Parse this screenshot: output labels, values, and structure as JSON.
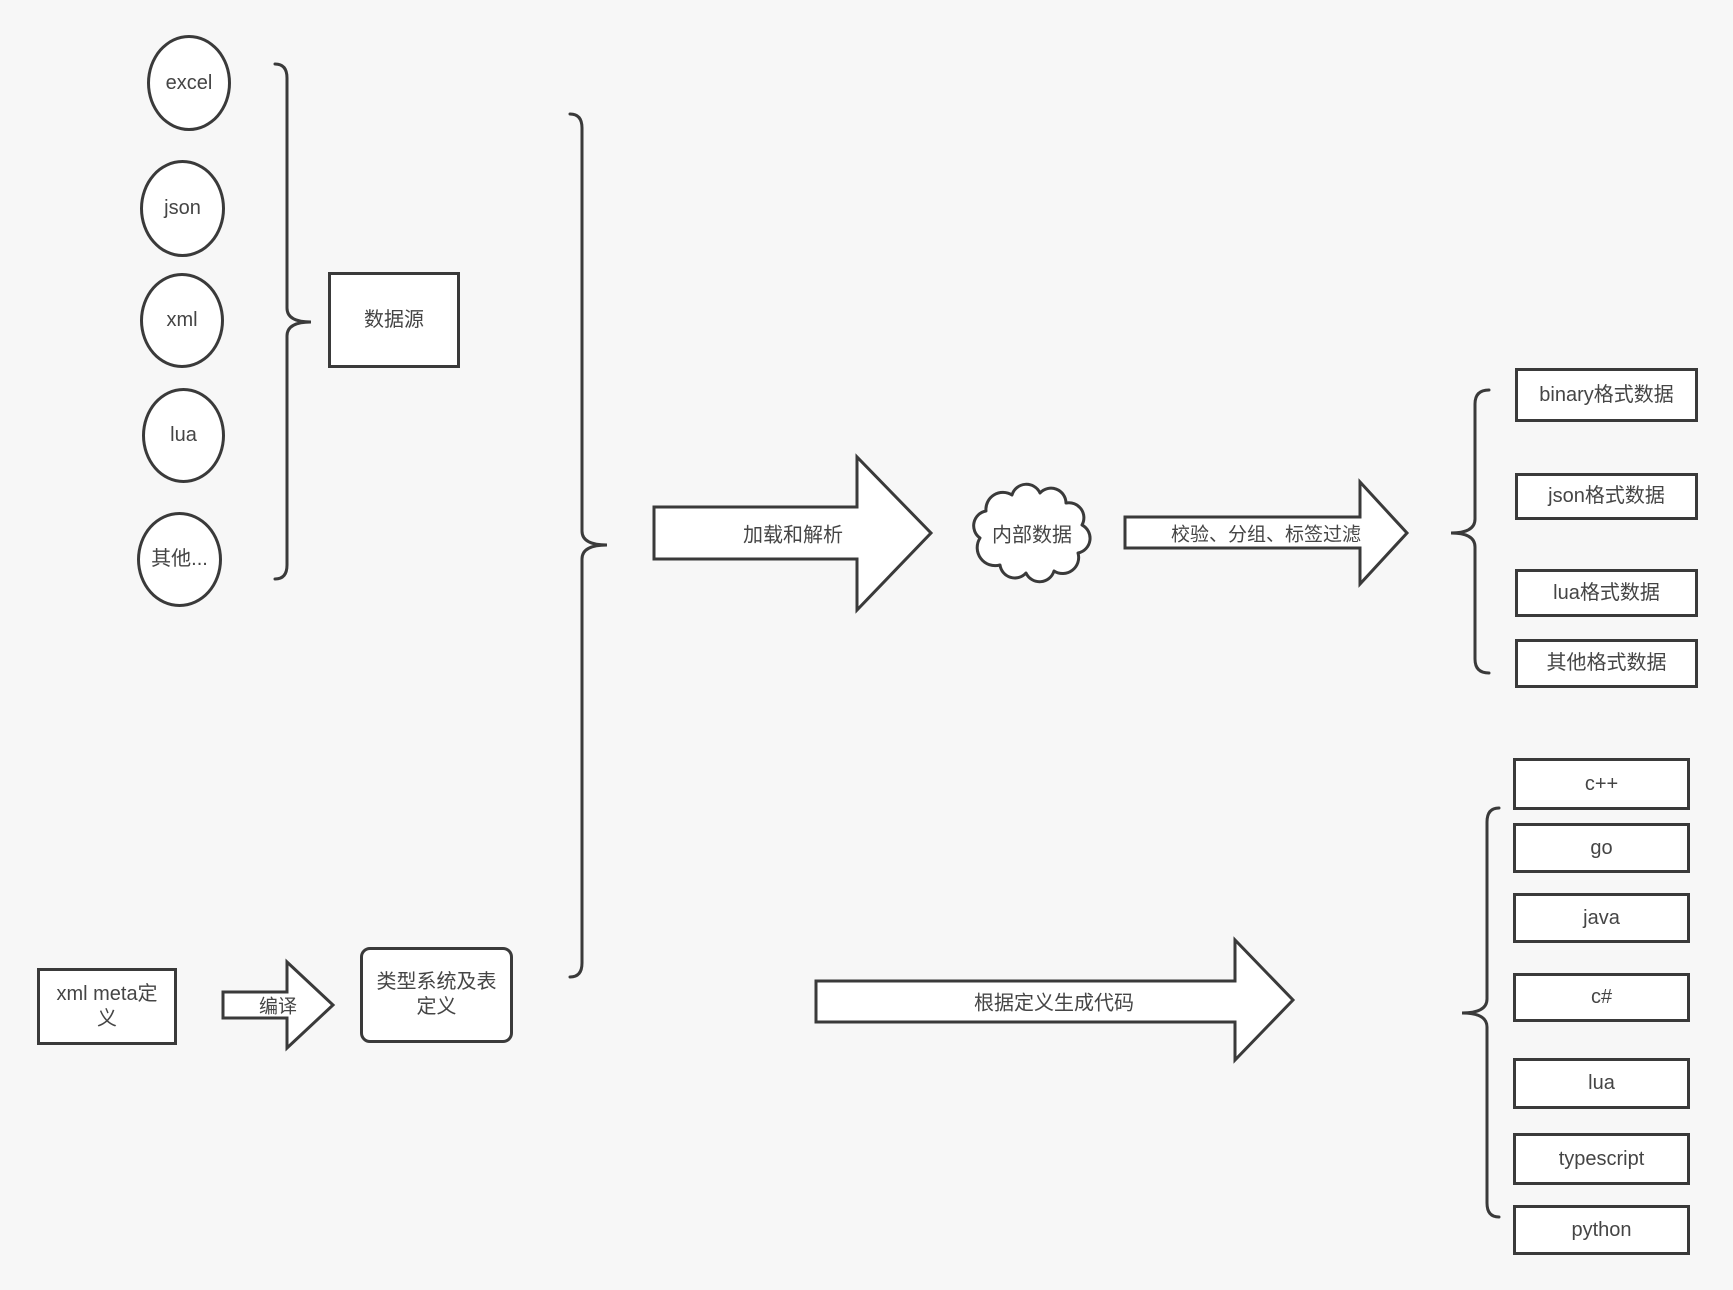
{
  "colors": {
    "background": "#f7f7f7",
    "stroke": "#3a3a3a",
    "text": "#454545",
    "shape_fill": "#ffffff"
  },
  "sources": {
    "group_label": "数据源",
    "items": [
      "excel",
      "json",
      "xml",
      "lua",
      "其他..."
    ]
  },
  "pipeline": {
    "load_parse_label": "加载和解析",
    "internal_data_label": "内部数据",
    "filter_label": "校验、分组、标签过滤"
  },
  "formats": {
    "items": [
      "binary格式数据",
      "json格式数据",
      "lua格式数据",
      "其他格式数据"
    ]
  },
  "definition": {
    "xml_meta_label": "xml meta定义",
    "compile_label": "编译",
    "type_system_label": "类型系统及表定义"
  },
  "codegen": {
    "generate_label": "根据定义生成代码",
    "languages": [
      "c++",
      "go",
      "java",
      "c#",
      "lua",
      "typescript",
      "python"
    ]
  }
}
